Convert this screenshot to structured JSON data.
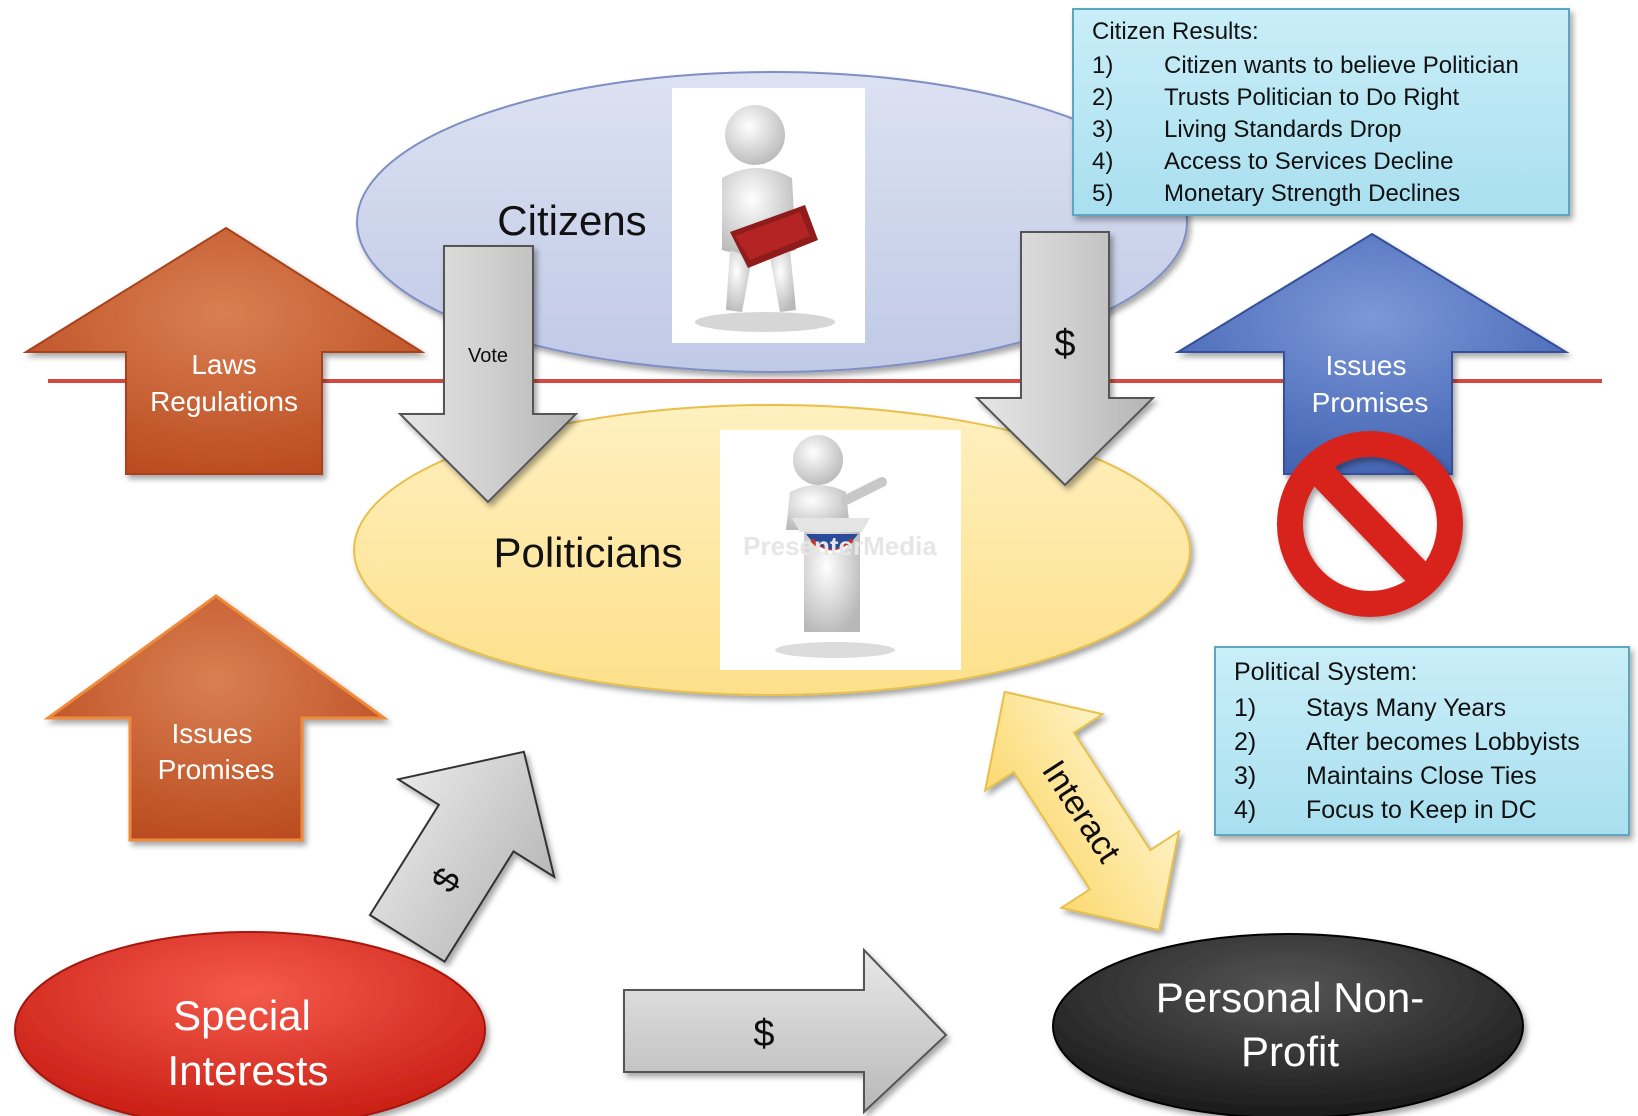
{
  "nodes": {
    "citizens": "Citizens",
    "politicians": "Politicians",
    "special_interests": [
      "Special",
      "Interests"
    ],
    "personal_non_profit": [
      "Personal Non-",
      "Profit"
    ]
  },
  "arrows": {
    "laws_regulations": [
      "Laws",
      "Regulations"
    ],
    "issues_promises_left": [
      "Issues",
      "Promises"
    ],
    "issues_promises_right": [
      "Issues",
      "Promises"
    ],
    "vote": "Vote",
    "money_citizens": "$",
    "money_special_up": "$",
    "money_special_right": "$",
    "interact": "Interact"
  },
  "citizen_results": {
    "title": "Citizen Results:",
    "items": [
      {
        "num": "1)",
        "text": "Citizen wants to believe Politician"
      },
      {
        "num": "2)",
        "text": "Trusts Politician to Do Right"
      },
      {
        "num": "3)",
        "text": "Living Standards Drop"
      },
      {
        "num": "4)",
        "text": "Access to Services Decline"
      },
      {
        "num": "5)",
        "text": "Monetary Strength Declines"
      }
    ]
  },
  "political_system": {
    "title": "Political System:",
    "items": [
      {
        "num": "1)",
        "text": "Stays Many Years"
      },
      {
        "num": "2)",
        "text": "After becomes Lobbyists"
      },
      {
        "num": "3)",
        "text": "Maintains Close Ties"
      },
      {
        "num": "4)",
        "text": "Focus to Keep in DC"
      }
    ]
  },
  "watermark": "PresenterMedia",
  "colors": {
    "citizens_fill": "#c9d2ea",
    "politicians_fill": "#fde59a",
    "special_fill": "#e0302a",
    "nonprofit_fill": "#2e2e2e",
    "orange_arrow": "#c8572a",
    "blue_arrow": "#5577c4",
    "gray_arrow": "#c8c8c8",
    "yellow_arrow": "#fde59a",
    "divider_line": "#d44a43",
    "prohibited": "#d8221c"
  },
  "icons": [
    "reading-figure-illustration",
    "speaker-podium-illustration",
    "prohibited-sign-icon"
  ]
}
